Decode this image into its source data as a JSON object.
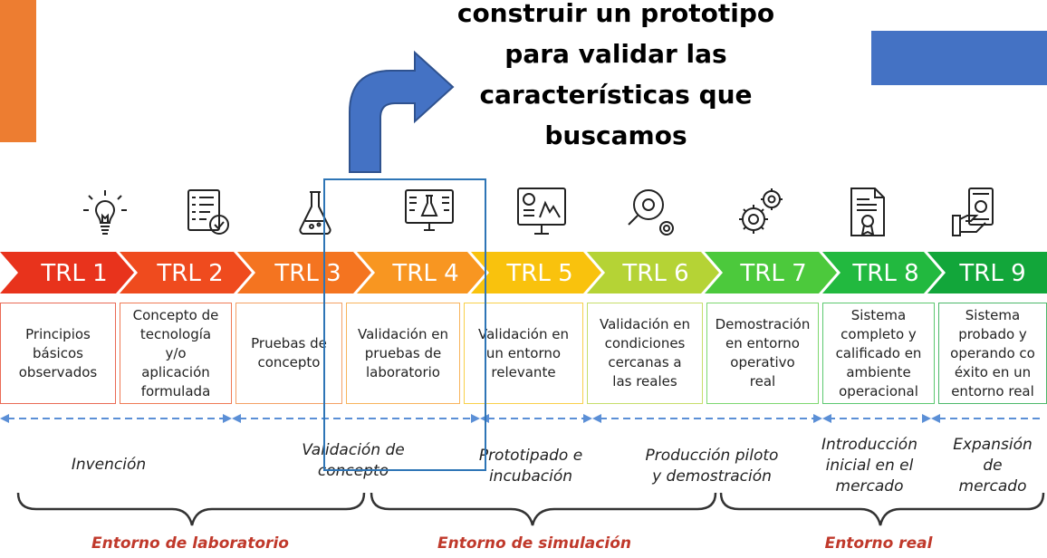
{
  "headline": [
    "construir un prototipo",
    "para validar las",
    "características que",
    "buscamos"
  ],
  "colors": {
    "accent_orange": "#ed7d31",
    "accent_blue": "#4472c4",
    "highlight_box": "#2e75b6",
    "environment_text": "#c0392b"
  },
  "trl_levels": [
    {
      "label": "TRL 1",
      "icon": "lightbulb-icon",
      "color": "#e8331c",
      "description": [
        "Principios",
        "básicos",
        "observados"
      ]
    },
    {
      "label": "TRL 2",
      "icon": "checklist-icon",
      "color": "#ef4b1e",
      "description": [
        "Concepto de",
        "tecnología",
        "y/o",
        "aplicación",
        "formulada"
      ]
    },
    {
      "label": "TRL 3",
      "icon": "flask-icon",
      "color": "#f47420",
      "description": [
        "Pruebas de",
        "concepto"
      ]
    },
    {
      "label": "TRL 4",
      "icon": "lab-monitor-icon",
      "color": "#f89621",
      "description": [
        "Validación en",
        "pruebas de",
        "laboratorio"
      ]
    },
    {
      "label": "TRL 5",
      "icon": "analytics-monitor-icon",
      "color": "#f9c20d",
      "description": [
        "Validación en",
        "un entorno",
        "relevante"
      ]
    },
    {
      "label": "TRL 6",
      "icon": "magnifier-gear-icon",
      "color": "#b5d335",
      "description": [
        "Validación en",
        "condiciones",
        "cercanas a",
        "las reales"
      ]
    },
    {
      "label": "TRL 7",
      "icon": "gears-icon",
      "color": "#4cc93c",
      "description": [
        "Demostración",
        "en entorno",
        "operativo",
        "real"
      ]
    },
    {
      "label": "TRL 8",
      "icon": "certificate-icon",
      "color": "#22b93f",
      "description": [
        "Sistema",
        "completo y",
        "calificado en",
        "ambiente",
        "operacional"
      ]
    },
    {
      "label": "TRL 9",
      "icon": "money-hand-icon",
      "color": "#12a63a",
      "description": [
        "Sistema",
        "probado y",
        "operando co",
        "éxito en un",
        "entorno real"
      ]
    }
  ],
  "phases": [
    {
      "lines": [
        "Invención"
      ]
    },
    {
      "lines": [
        "Validación de",
        "concepto"
      ]
    },
    {
      "lines": [
        "Prototipado e",
        "incubación"
      ]
    },
    {
      "lines": [
        "Producción piloto",
        "y demostración"
      ]
    },
    {
      "lines": [
        "Introducción",
        "inicial en el",
        "mercado"
      ]
    },
    {
      "lines": [
        "Expansión",
        "de",
        "mercado"
      ]
    }
  ],
  "environments": [
    "Entorno de laboratorio",
    "Entorno de simulación",
    "Entorno real"
  ]
}
